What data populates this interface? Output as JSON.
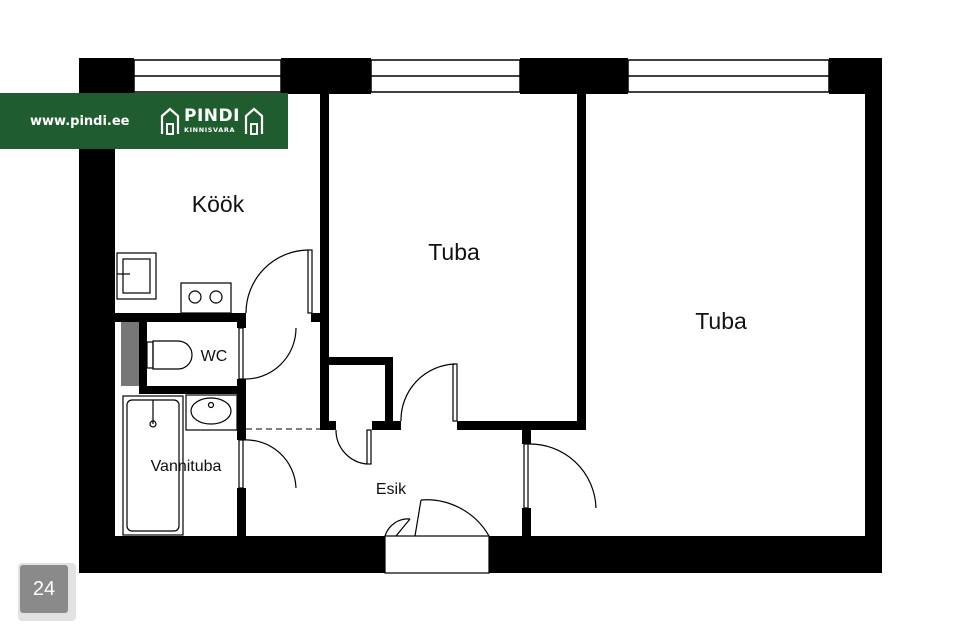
{
  "banner": {
    "url": "www.pindi.ee",
    "logo_name": "PINDI",
    "logo_sub": "KINNISVARA"
  },
  "rooms": {
    "kitchen": "Köök",
    "room_1": "Tuba",
    "room_2": "Tuba",
    "wc": "WC",
    "bathroom": "Vannituba",
    "hall": "Esik"
  },
  "page_number": "24",
  "colors": {
    "wall": "#000000",
    "banner": "#1f5c2e",
    "badge": "#8a8a8a"
  }
}
